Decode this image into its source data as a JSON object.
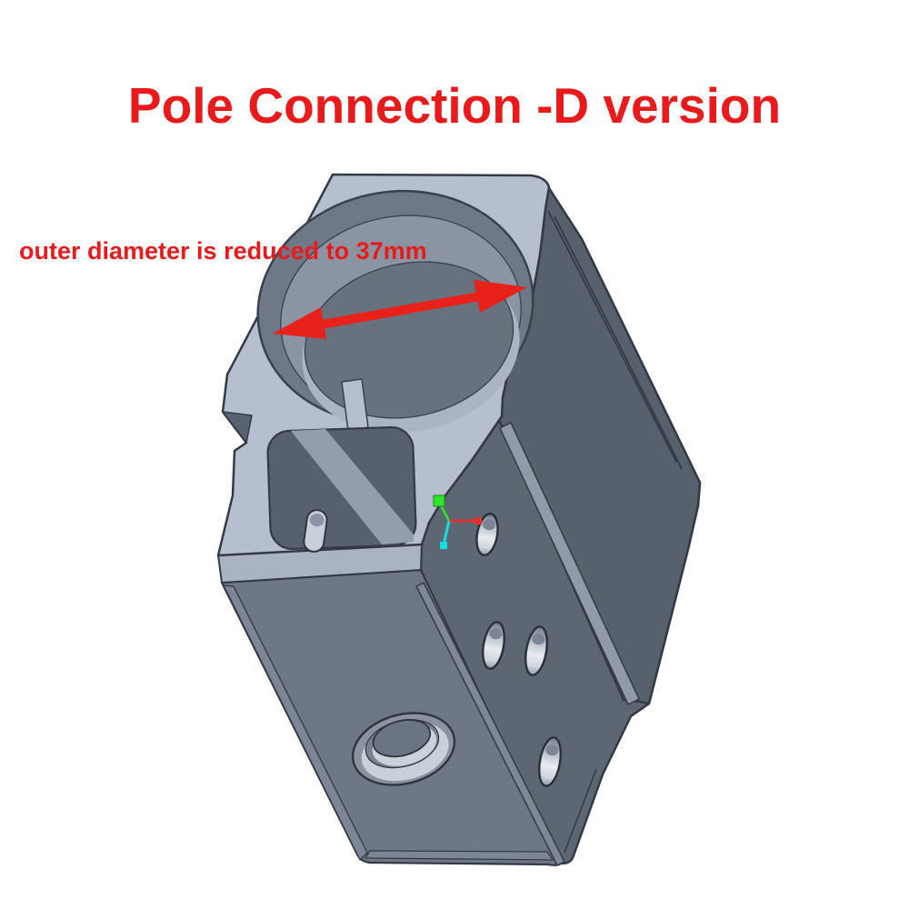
{
  "title": {
    "text": "Pole Connection -D version",
    "color": "#e81a1c"
  },
  "annotation": {
    "text": "outer diameter is reduced to 37mm",
    "color": "#e81a1c"
  },
  "arrow": {
    "type": "double-headed-dimension-arrow",
    "color": "#e8211a"
  },
  "model": {
    "part": "pole-connection-block",
    "colors": {
      "top_face": "#b5bfcd",
      "front_face": "#6e7785",
      "side_face": "#5d6673",
      "side_face_dark": "#57606d",
      "chamfer_stripe": "#909aa8",
      "chamfer_band": "#a9b3c1",
      "bore_ledge": "#6e7887",
      "bore_wall": "#8a94a2",
      "bore_bottom": "#68727f",
      "bore_rim_light": "#aab4c2",
      "pocket": "#57606e",
      "edge_stroke": "#333a46"
    },
    "origin_triad": {
      "x_axis_color": "#e03030",
      "y_axis_color": "#2ee52e",
      "z_axis_color": "#15dede"
    }
  }
}
